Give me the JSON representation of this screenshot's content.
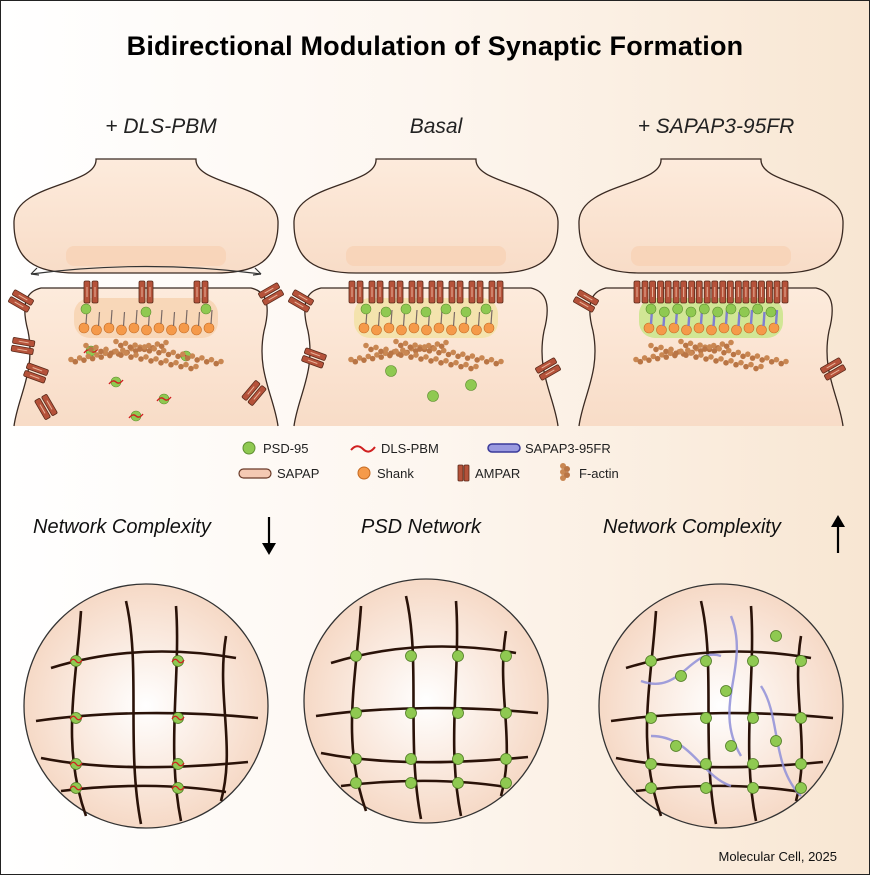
{
  "title": "Bidirectional Modulation of Synaptic Formation",
  "conditions": [
    "+ DLS-PBM",
    "Basal",
    "+ SAPAP3-95FR"
  ],
  "legend": {
    "psd95": "PSD-95",
    "dls_pbm": "DLS-PBM",
    "sapap3_95fr": "SAPAP3-95FR",
    "sapap": "SAPAP",
    "shank": "Shank",
    "ampar": "AMPAR",
    "factin": "F-actin"
  },
  "panels": {
    "left": "Network Complexity",
    "middle": "PSD Network",
    "right": "Network Complexity"
  },
  "credit": "Molecular Cell, 2025",
  "colors": {
    "cell": "#fbe3d2",
    "outline": "#3a2a22",
    "psd95": "#8fc951",
    "shank": "#f59a4a",
    "ampar": "#b5523a",
    "factin": "#c98752",
    "sapap3": "#7f7fd0",
    "dls": "#d02020",
    "network": "#2a1208"
  }
}
